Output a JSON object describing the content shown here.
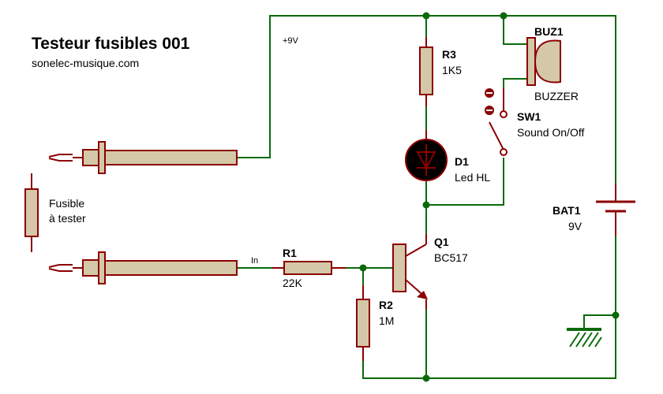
{
  "title": "Testeur fusibles 001",
  "subtitle": "sonelec-musique.com",
  "net_labels": {
    "vplus": "+9V",
    "input": "In"
  },
  "fuse_label": {
    "line1": "Fusible",
    "line2": "à tester"
  },
  "components": {
    "r3": {
      "ref": "R3",
      "value": "1K5"
    },
    "r1": {
      "ref": "R1",
      "value": "22K"
    },
    "r2": {
      "ref": "R2",
      "value": "1M"
    },
    "d1": {
      "ref": "D1",
      "value": "Led HL"
    },
    "buz1": {
      "ref": "BUZ1",
      "value": "BUZZER"
    },
    "sw1": {
      "ref": "SW1",
      "value": "Sound On/Off"
    },
    "bat1": {
      "ref": "BAT1",
      "value": "9V"
    },
    "q1": {
      "ref": "Q1",
      "value": "BC517"
    }
  },
  "colors": {
    "wire": "#0a6a0a",
    "component_outline": "#8b0000",
    "component_fill": "#d4c8a8",
    "led_body": "#000000"
  }
}
